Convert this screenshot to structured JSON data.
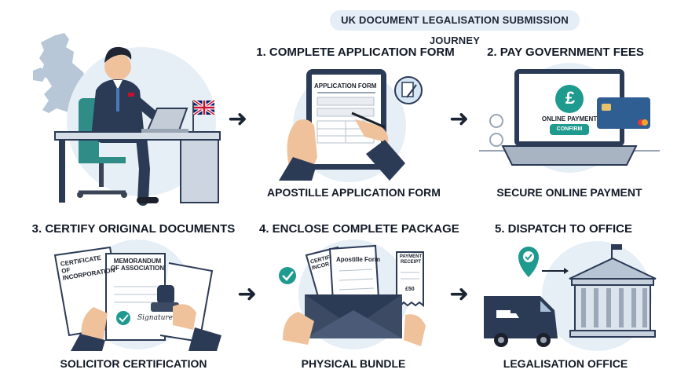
{
  "title": "UK DOCUMENT LEGALISATION SUBMISSION JOURNEY",
  "steps": [
    {
      "heading": "1. COMPLETE APPLICATION FORM",
      "caption": "APOSTILLE APPLICATION FORM",
      "form_title": "APPLICATION FORM"
    },
    {
      "heading": "2. PAY GOVERNMENT FEES",
      "caption": "SECURE ONLINE PAYMENT",
      "payment_label": "ONLINE PAYMENT",
      "confirm_label": "CONFIRM",
      "currency_symbol": "£"
    },
    {
      "heading": "3. CERTIFY ORIGINAL DOCUMENTS",
      "caption": "SOLICITOR CERTIFICATION",
      "doc1": "CERTIFICATE OF INCORPORATION",
      "doc2": "MEMORANDUM OF ASSOCIATION",
      "signature": "Signature"
    },
    {
      "heading": "4. ENCLOSE COMPLETE PACKAGE",
      "caption": "PHYSICAL BUNDLE",
      "doc_back": "CERTIFI INCOR",
      "doc_front": "Apostille Form",
      "receipt_title": "PAYMENT RECEIPT",
      "receipt_amount": "£50"
    },
    {
      "heading": "5. DISPATCH TO OFFICE",
      "caption": "LEGALISATION OFFICE"
    }
  ],
  "icons": [
    "uk-map-icon",
    "union-jack-flag-icon",
    "laptop-icon",
    "tablet-icon",
    "pen-icon",
    "document-icon",
    "credit-card-icon",
    "pound-coin-icon",
    "stamp-icon",
    "check-badge-icon",
    "envelope-icon",
    "receipt-icon",
    "location-pin-icon",
    "delivery-van-icon",
    "government-building-icon",
    "arrow-right-icon"
  ],
  "colors": {
    "navy": "#2b3a55",
    "accent_teal": "#1f9a8f",
    "circle_bg": "#e6eef6",
    "skin": "#f0c29c",
    "flag_red": "#c8102e"
  }
}
